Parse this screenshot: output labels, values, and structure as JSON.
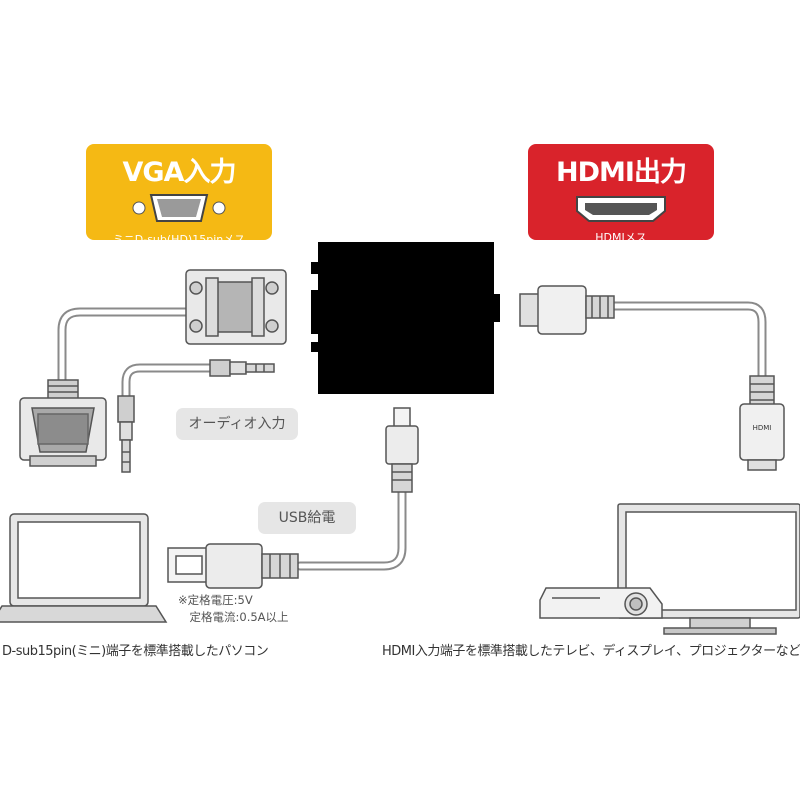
{
  "vga_badge": {
    "title": "VGA入力",
    "subtitle": "ミニD-sub(HD)15pinメス",
    "color": "#f5b914"
  },
  "hdmi_badge": {
    "title": "HDMI出力",
    "subtitle": "HDMIメス",
    "color": "#d9232b"
  },
  "audio_label": "オーディオ入力",
  "usb_label": "USB給電",
  "power_note": "※定格電圧:5V\n　定格電流:0.5A以上",
  "hdmi_plug_text": "HDMI",
  "pc_caption": "D-sub15pin(ミニ)端子を標準搭載したパソコン",
  "display_caption": "HDMI入力端子を標準搭載したテレビ、ディスプレイ、プロジェクターなど"
}
